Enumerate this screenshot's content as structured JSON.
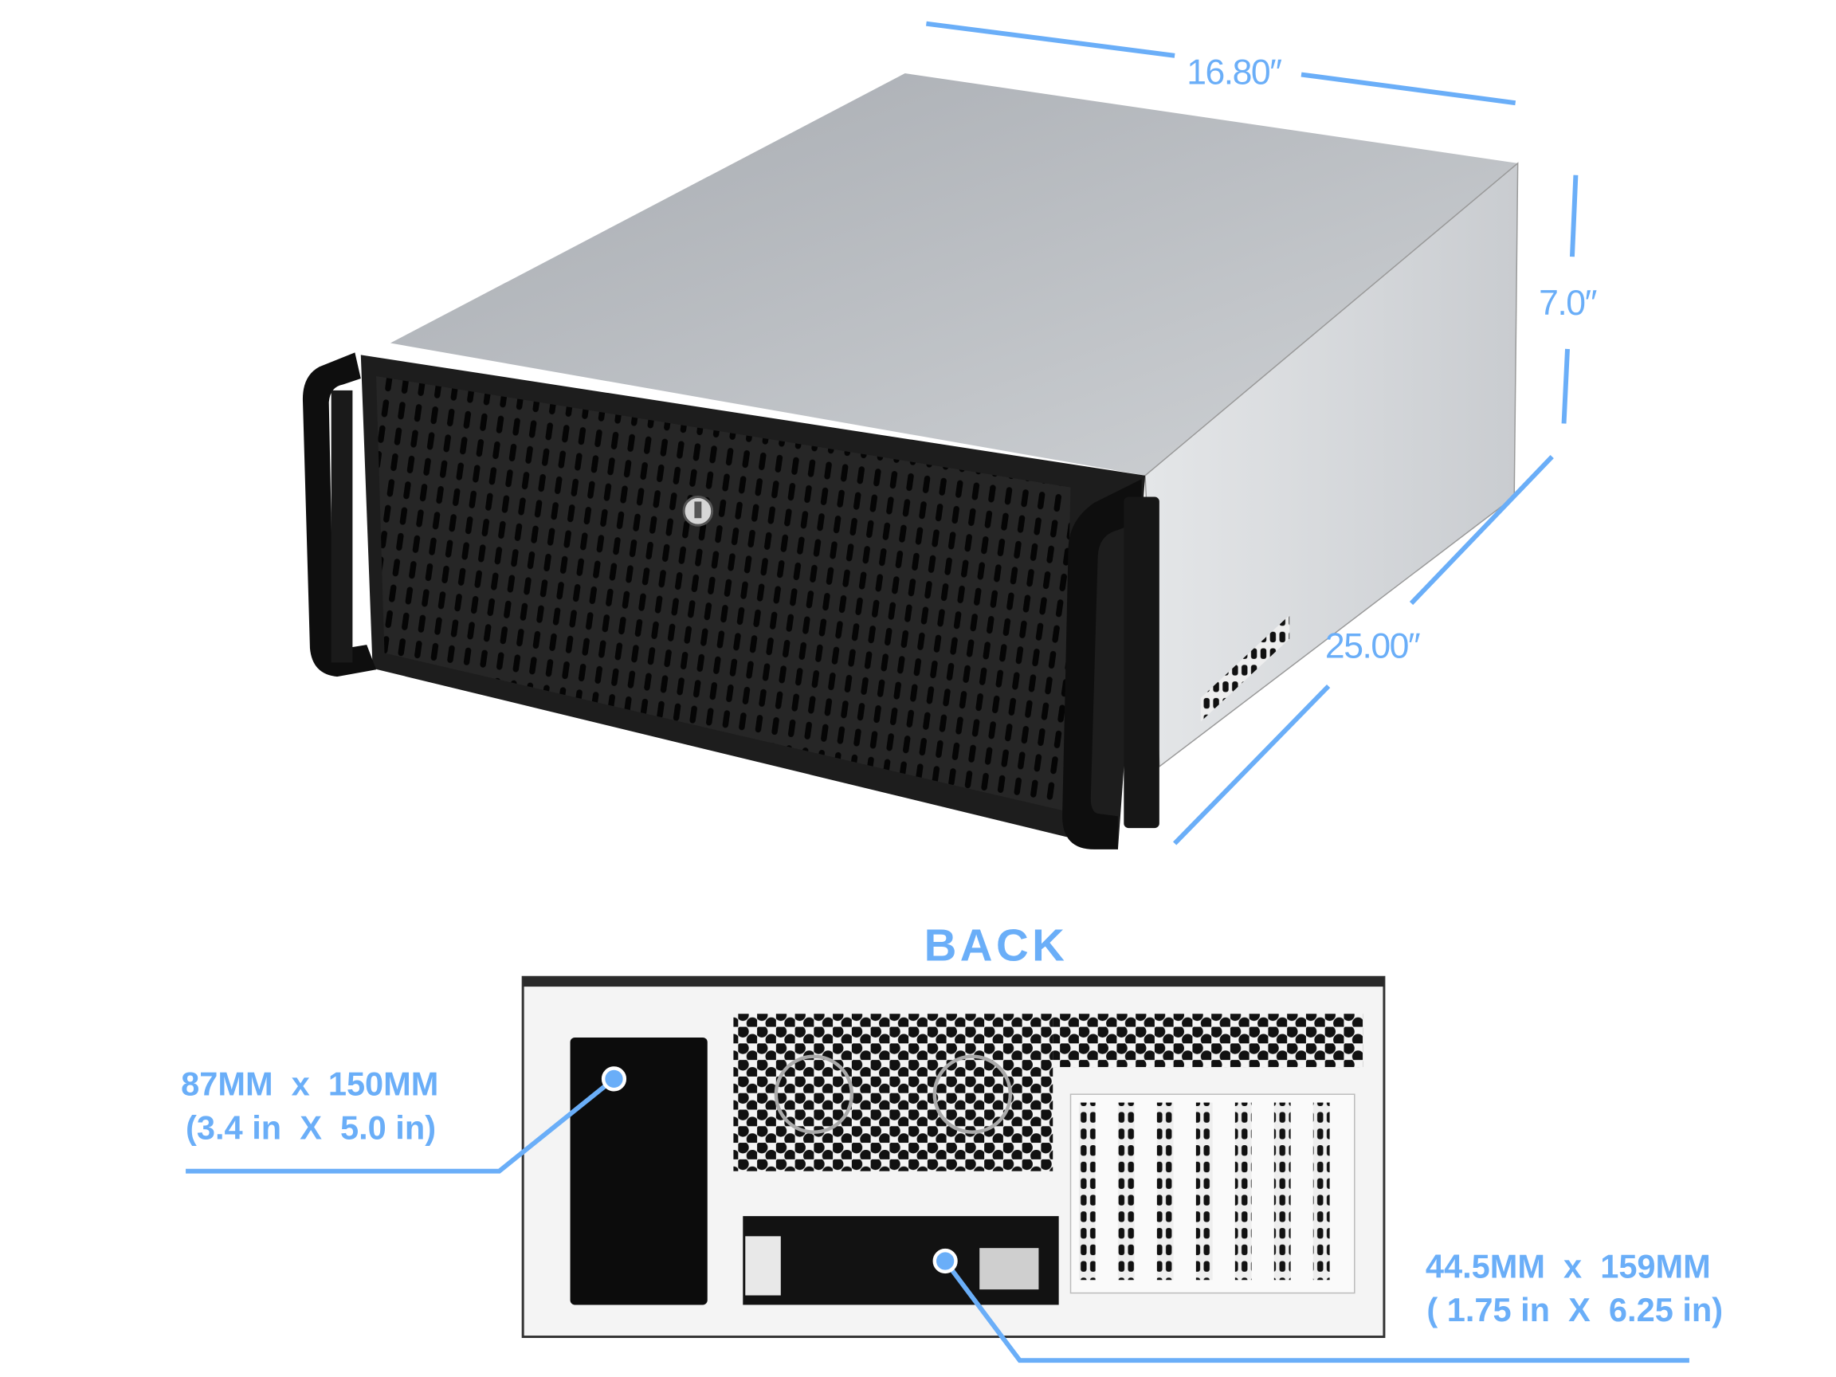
{
  "dimensions": {
    "width": "16.80″",
    "height": "7.0″",
    "depth": "25.00″"
  },
  "back_section": {
    "title": "BACK",
    "psu_callout": {
      "metric": "87MM  x  150MM",
      "imperial": "(3.4 in  X  5.0 in)"
    },
    "drive_bay_callout": {
      "metric": "44.5MM  x  159MM",
      "imperial": "( 1.75 in  X  6.25 in)"
    },
    "expansion_slot_count": 7
  },
  "colors": {
    "annotation": "#6aaef8",
    "chassis_top": "#b9bcc0",
    "chassis_front": "#1c1c1c",
    "back_panel": "#f4f4f4"
  }
}
